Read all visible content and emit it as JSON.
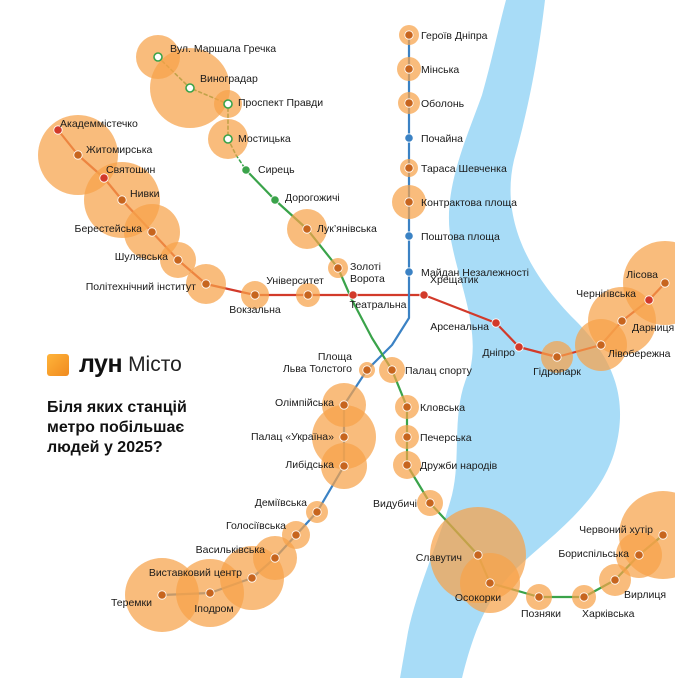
{
  "brand": {
    "name": "лун",
    "suffix": "Місто"
  },
  "heading": "Біля яких станцій\nметро побільшає\nлюдей у 2025?",
  "colors": {
    "red_line": "#d23a2a",
    "blue_line": "#3b82c4",
    "green_line": "#3aa34a",
    "circle_fill": "#f7a24a",
    "river": "#a8dcf7",
    "brand_orange": "#f59a2c"
  },
  "stations": {
    "red": [
      {
        "name": "Академмістечко"
      },
      {
        "name": "Житомирська"
      },
      {
        "name": "Святошин"
      },
      {
        "name": "Нивки"
      },
      {
        "name": "Берестейська"
      },
      {
        "name": "Шулявська"
      },
      {
        "name": "Політехнічний інститут"
      },
      {
        "name": "Вокзальна"
      },
      {
        "name": "Університет"
      },
      {
        "name": "Театральна"
      },
      {
        "name": "Хрещатик"
      },
      {
        "name": "Арсенальна"
      },
      {
        "name": "Дніпро"
      },
      {
        "name": "Гідропарк"
      },
      {
        "name": "Лівобережна"
      },
      {
        "name": "Дарниця"
      },
      {
        "name": "Чернігівська"
      },
      {
        "name": "Лісова"
      }
    ],
    "blue": [
      {
        "name": "Героїв Дніпра"
      },
      {
        "name": "Мінська"
      },
      {
        "name": "Оболонь"
      },
      {
        "name": "Почайна"
      },
      {
        "name": "Тараса Шевченка"
      },
      {
        "name": "Контрактова площа"
      },
      {
        "name": "Поштова площа"
      },
      {
        "name": "Майдан Незалежності"
      },
      {
        "name": "Площа Льва Толстого"
      },
      {
        "name": "Олімпійська"
      },
      {
        "name": "Палац «Україна»"
      },
      {
        "name": "Либідська"
      },
      {
        "name": "Деміївська"
      },
      {
        "name": "Голосіївська"
      },
      {
        "name": "Васильківська"
      },
      {
        "name": "Виставковий центр"
      },
      {
        "name": "Іподром"
      },
      {
        "name": "Теремки"
      }
    ],
    "green": [
      {
        "name": "Сирець"
      },
      {
        "name": "Дорогожичі"
      },
      {
        "name": "Лук’янівська"
      },
      {
        "name": "Золоті Ворота"
      },
      {
        "name": "Палац спорту"
      },
      {
        "name": "Кловська"
      },
      {
        "name": "Печерська"
      },
      {
        "name": "Дружби народів"
      },
      {
        "name": "Видубичі"
      },
      {
        "name": "Славутич"
      },
      {
        "name": "Осокорки"
      },
      {
        "name": "Позняки"
      },
      {
        "name": "Харківська"
      },
      {
        "name": "Вирлиця"
      },
      {
        "name": "Бориспільська"
      },
      {
        "name": "Червоний хутір"
      }
    ],
    "planned": [
      {
        "name": "Вул. Маршала Гречка"
      },
      {
        "name": "Виноградар"
      },
      {
        "name": "Проспект Правди"
      },
      {
        "name": "Мостицька"
      }
    ]
  }
}
